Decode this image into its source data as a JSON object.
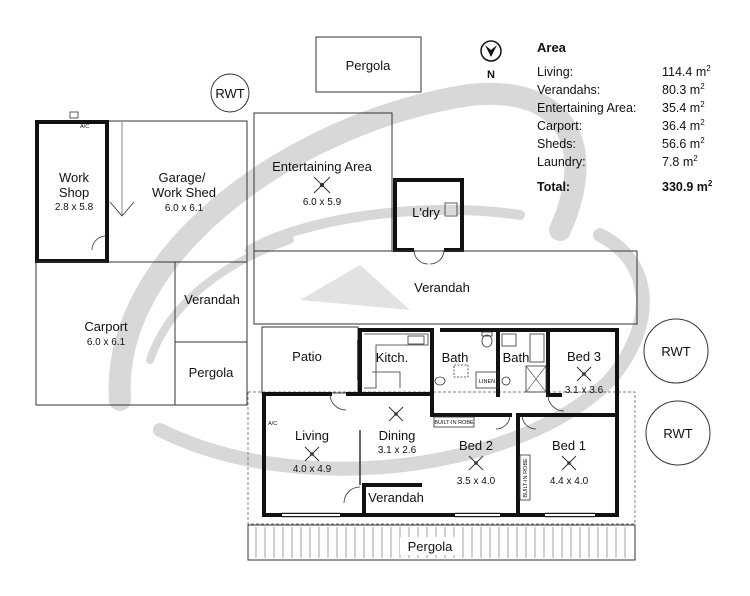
{
  "rooms": {
    "pergola_top": {
      "name": "Pergola"
    },
    "rwt_top": {
      "name": "RWT"
    },
    "work_shop": {
      "name1": "Work",
      "name2": "Shop",
      "dims": "2.8 x 5.8"
    },
    "garage": {
      "name1": "Garage/",
      "name2": "Work Shed",
      "dims": "6.0 x 6.1"
    },
    "entertaining": {
      "name": "Entertaining Area",
      "dims": "6.0 x 5.9"
    },
    "laundry": {
      "name": "L'dry"
    },
    "carport": {
      "name": "Carport",
      "dims": "6.0 x 6.1"
    },
    "verandah_left": {
      "name": "Verandah"
    },
    "pergola_left": {
      "name": "Pergola"
    },
    "verandah_main": {
      "name": "Verandah"
    },
    "patio": {
      "name": "Patio"
    },
    "kitchen": {
      "name": "Kitch."
    },
    "bath1": {
      "name": "Bath"
    },
    "bath2": {
      "name": "Bath"
    },
    "linen": {
      "name": "LINEN"
    },
    "bed3": {
      "name": "Bed 3",
      "dims": "3.1 x 3.6"
    },
    "living": {
      "name": "Living",
      "dims": "4.0 x 4.9"
    },
    "dining": {
      "name": "Dining",
      "dims": "3.1 x 2.6"
    },
    "bed2": {
      "name": "Bed 2",
      "dims": "3.5 x 4.0"
    },
    "bed1": {
      "name": "Bed 1",
      "dims": "4.4 x 4.0"
    },
    "verandah_small": {
      "name": "Verandah"
    },
    "pergola_bottom": {
      "name": "Pergola"
    },
    "rwt_right_1": {
      "name": "RWT"
    },
    "rwt_right_2": {
      "name": "RWT"
    },
    "built_in_robe_1": {
      "name": "BUILT-IN ROBE"
    },
    "built_in_robe_2": {
      "name": "BUILT-IN ROBE"
    },
    "ac_1": {
      "name": "A/C"
    },
    "ac_2": {
      "name": "A/C"
    }
  },
  "compass": {
    "label": "N"
  },
  "area_table": {
    "title": "Area",
    "rows": [
      {
        "label": "Living:",
        "value": "114.4 m",
        "unit_sup": "2"
      },
      {
        "label": "Verandahs:",
        "value": "80.3 m",
        "unit_sup": "2"
      },
      {
        "label": "Entertaining Area:",
        "value": "35.4 m",
        "unit_sup": "2"
      },
      {
        "label": "Carport:",
        "value": "36.4 m",
        "unit_sup": "2"
      },
      {
        "label": "Sheds:",
        "value": "56.6 m",
        "unit_sup": "2"
      },
      {
        "label": "Laundry:",
        "value": "7.8 m",
        "unit_sup": "2"
      }
    ],
    "total": {
      "label": "Total:",
      "value": "330.9 m",
      "unit_sup": "2"
    }
  },
  "colors": {
    "wall": "#111111",
    "thin_line": "#333333",
    "watermark": "#d6d6d6"
  }
}
